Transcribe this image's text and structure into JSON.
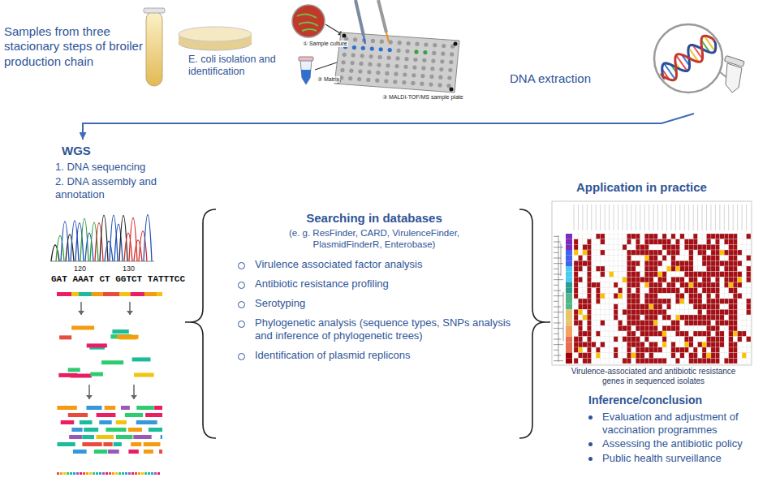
{
  "diagram": {
    "nodes": [
      {
        "text": [
          "Samples from three stacionary steps of broiler production chain"
        ]
      },
      {
        "text": [
          "E. coli isolation and identification"
        ]
      },
      {
        "text": [
          "DNA extraction"
        ]
      },
      {
        "text": [
          "WGS",
          "1. DNA sequencing",
          "2. DNA assembly and annotation"
        ]
      },
      {
        "text": [
          "Searching in databases",
          "(e. g. ResFinder, CARD, VirulenceFinder, PlasmidFinderR, Enterobase)",
          "Virulence associated factor analysis",
          "Antibiotic resistance profiling",
          "Serotyping",
          "Phylogenetic analysis (sequence types, SNPs analysis and inference of phylogenetic trees)",
          "Identification of plasmid replicons"
        ]
      },
      {
        "text": [
          "Application in practice",
          "Virulence-associated and antibiotic resistance genes in sequenced isolates",
          "Inference/conclusion",
          "Evaluation and adjustment of vaccination programmes",
          "Assessing the antibiotic policy",
          "Public health surveillance"
        ]
      }
    ],
    "edges": [
      {
        "from": 2,
        "to": 3,
        "arrow": "to"
      }
    ],
    "labels": [
      "① Sample culture",
      "② Matrix",
      "③ MALDI-TOF/MS sample plate",
      "120",
      "130",
      "GAT AAAT CT GGTCT TATTTCC"
    ]
  }
}
